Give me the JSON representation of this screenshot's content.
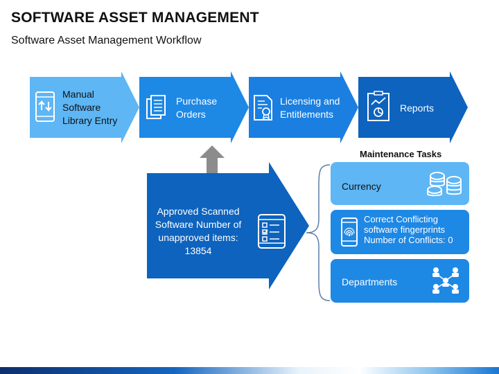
{
  "header": {
    "title": "SOFTWARE ASSET MANAGEMENT",
    "subtitle": "Software Asset Management Workflow"
  },
  "workflow": [
    {
      "label": "Manual\nSoftware\nLibrary Entry",
      "icon": "mobile-sync-icon"
    },
    {
      "label": "Purchase\nOrders",
      "icon": "documents-icon"
    },
    {
      "label": "Licensing  and\nEntitlements",
      "icon": "certificate-icon"
    },
    {
      "label": "Reports",
      "icon": "report-chart-icon"
    }
  ],
  "approved": {
    "label": "Approved Scanned\nSoftware Number of\nunapproved items:\n13854",
    "icon": "checklist-tablet-icon"
  },
  "maintenance": {
    "title": "Maintenance Tasks",
    "tasks": [
      {
        "label": "Currency",
        "icon": "coins-icon"
      },
      {
        "label": "Correct Conflicting\nsoftware fingerprints\nNumber of Conflicts: 0",
        "icon": "fingerprint-phone-icon"
      },
      {
        "label": "Departments",
        "icon": "network-people-icon"
      }
    ]
  },
  "colors": {
    "light_blue": "#5eb6f5",
    "mid_blue": "#1e88e5",
    "dark_blue": "#0d63be",
    "gray_arrow": "#8c8c8c",
    "connector": "#5a7fa8"
  }
}
